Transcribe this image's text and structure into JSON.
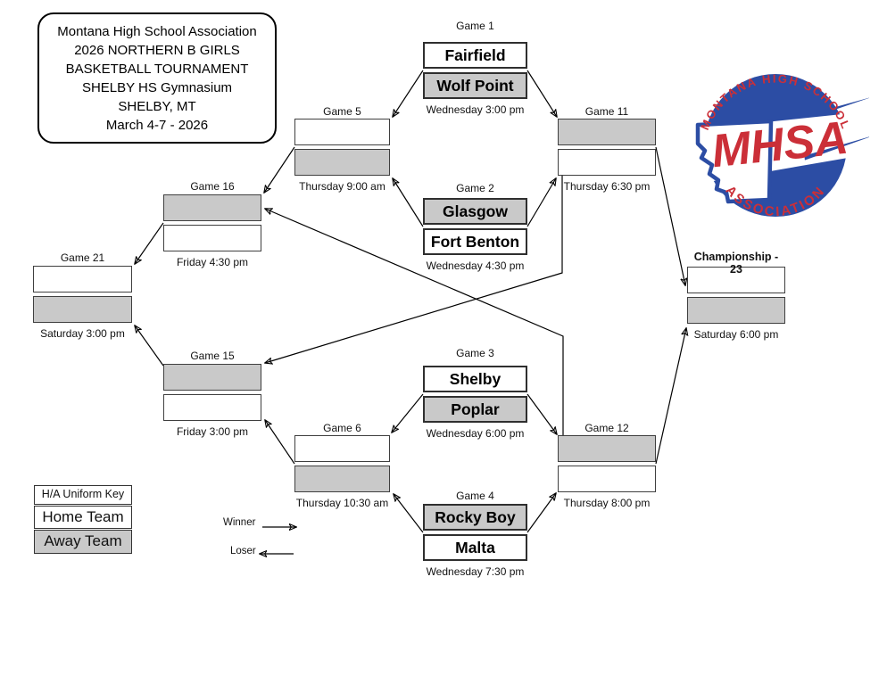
{
  "header": {
    "title_lines": [
      "Montana High School Association",
      "2026 NORTHERN B GIRLS",
      "BASKETBALL TOURNAMENT",
      "SHELBY HS Gymnasium",
      "SHELBY, MT",
      "March 4-7 - 2026"
    ]
  },
  "logo": {
    "arc_top": "MONTANA HIGH SCHOOL",
    "acronym": "MHSA",
    "arc_bottom": "ASSOCIATION"
  },
  "games": {
    "game1": {
      "label": "Game 1",
      "time": "Wednesday 3:00 pm",
      "top": "Fairfield",
      "bottom": "Wolf Point"
    },
    "game2": {
      "label": "Game 2",
      "time": "Wednesday 4:30 pm",
      "top": "Glasgow",
      "bottom": "Fort Benton"
    },
    "game3": {
      "label": "Game 3",
      "time": "Wednesday 6:00 pm",
      "top": "Shelby",
      "bottom": "Poplar"
    },
    "game4": {
      "label": "Game 4",
      "time": "Wednesday 7:30 pm",
      "top": "Rocky Boy",
      "bottom": "Malta"
    },
    "game5": {
      "label": "Game 5",
      "time": "Thursday 9:00 am",
      "top": "",
      "bottom": ""
    },
    "game6": {
      "label": "Game 6",
      "time": "Thursday 10:30 am",
      "top": "",
      "bottom": ""
    },
    "game11": {
      "label": "Game 11",
      "time": "Thursday 6:30 pm",
      "top": "",
      "bottom": ""
    },
    "game12": {
      "label": "Game 12",
      "time": "Thursday 8:00 pm",
      "top": "",
      "bottom": ""
    },
    "game15": {
      "label": "Game 15",
      "time": "Friday 3:00 pm",
      "top": "",
      "bottom": ""
    },
    "game16": {
      "label": "Game 16",
      "time": "Friday 4:30 pm",
      "top": "",
      "bottom": ""
    },
    "game21": {
      "label": "Game 21",
      "time": "Saturday 3:00 pm",
      "top": "",
      "bottom": ""
    },
    "game23": {
      "label": "Championship - 23",
      "time": "Saturday 6:00 pm",
      "top": "",
      "bottom": ""
    }
  },
  "uniform_key": {
    "title": "H/A Uniform Key",
    "home": "Home Team",
    "away": "Away Team"
  },
  "legend": {
    "winner": "Winner",
    "loser": "Loser"
  },
  "colors": {
    "away_gray": "#c9c9c9",
    "logo_blue": "#2c4da4",
    "logo_red": "#cb2f38",
    "line_black": "#000000"
  }
}
